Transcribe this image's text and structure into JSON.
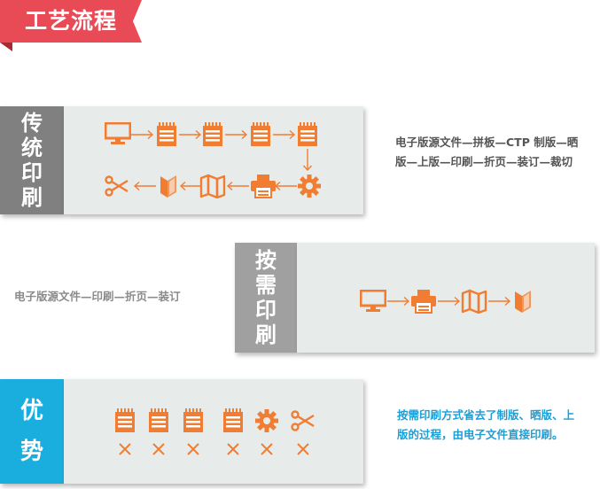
{
  "header": {
    "title": "工艺流程"
  },
  "sections": {
    "traditional": {
      "label": [
        "传",
        "统",
        "印",
        "刷"
      ],
      "description": "电子版源文件—拼板—CTP 制版—晒版—上版—印刷—折页—装订—裁切"
    },
    "on_demand": {
      "label": [
        "按",
        "需",
        "印",
        "刷"
      ],
      "description": "电子版源文件—印刷—折页—装订"
    },
    "advantage": {
      "label": [
        "优",
        "势"
      ],
      "description": "按需印刷方式省去了制版、晒版、上版的过程，由电子文件直接印刷。"
    }
  },
  "colors": {
    "accent": "#f07d32",
    "ribbon": "#e84b55",
    "gray_bar": "#808080",
    "gray_bar_light": "#a0a0a0",
    "blue_bar": "#1aaedf",
    "panel_bg": "#e7ecea"
  },
  "icons": {
    "traditional_row1": [
      "monitor-icon",
      "notepad-icon",
      "notepad-icon",
      "notepad-icon",
      "notepad-icon"
    ],
    "traditional_row2": [
      "scissors-icon",
      "book-icon",
      "folded-map-icon",
      "printer-icon",
      "gear-icon"
    ],
    "on_demand": [
      "monitor-icon",
      "printer-icon",
      "folded-map-icon",
      "book-icon"
    ],
    "advantage": [
      "notepad-icon",
      "notepad-icon",
      "notepad-icon",
      "notepad-icon",
      "gear-icon",
      "scissors-icon"
    ]
  }
}
